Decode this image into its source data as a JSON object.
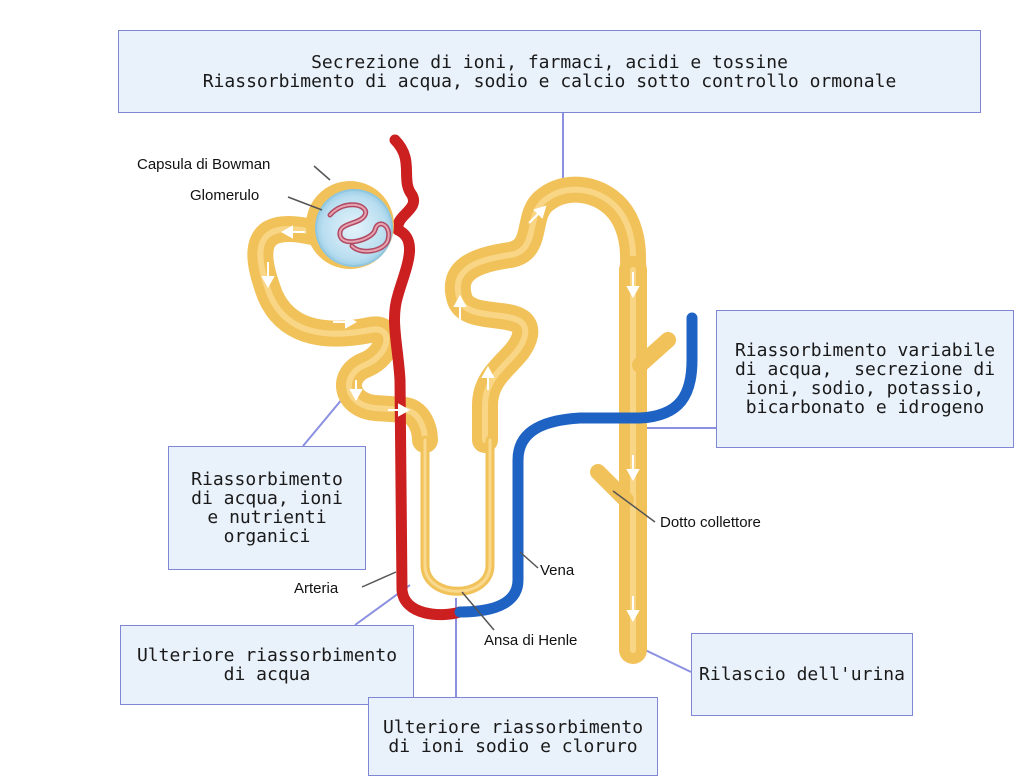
{
  "boxes": {
    "top": {
      "line1": "Secrezione di ioni, farmaci, acidi e tossine",
      "line2": "Riassorbimento di acqua, sodio e calcio sotto controllo ormonale"
    },
    "right": {
      "line1": "Riassorbimento variabile",
      "line2": "di acqua,  secrezione di",
      "line3": "ioni, sodio, potassio,",
      "line4": "bicarbonato e idrogeno"
    },
    "left": {
      "line1": "Riassorbimento",
      "line2": "di acqua, ioni",
      "line3": "e nutrienti",
      "line4": "organici"
    },
    "bottom_left": {
      "line1": "Ulteriore riassorbimento",
      "line2": "di acqua"
    },
    "bottom_center": {
      "line1": "Ulteriore riassorbimento",
      "line2": "di ioni sodio e cloruro"
    },
    "bottom_right": {
      "line1": "Rilascio dell'urina"
    }
  },
  "labels": {
    "capsule": "Capsula di Bowman",
    "glomerulus": "Glomerulo",
    "collecting_duct": "Dotto collettore",
    "vein": "Vena",
    "artery": "Arteria",
    "loop_of_henle": "Ansa di Henle"
  },
  "colors": {
    "tubule": "#f2c25a",
    "tubule_highlight": "#fbe3a4",
    "artery": "#cc1f1f",
    "vein": "#1e63c4",
    "box_fill": "#e9f1fb",
    "box_border": "#7f86d6",
    "connector": "#8b90e0"
  }
}
